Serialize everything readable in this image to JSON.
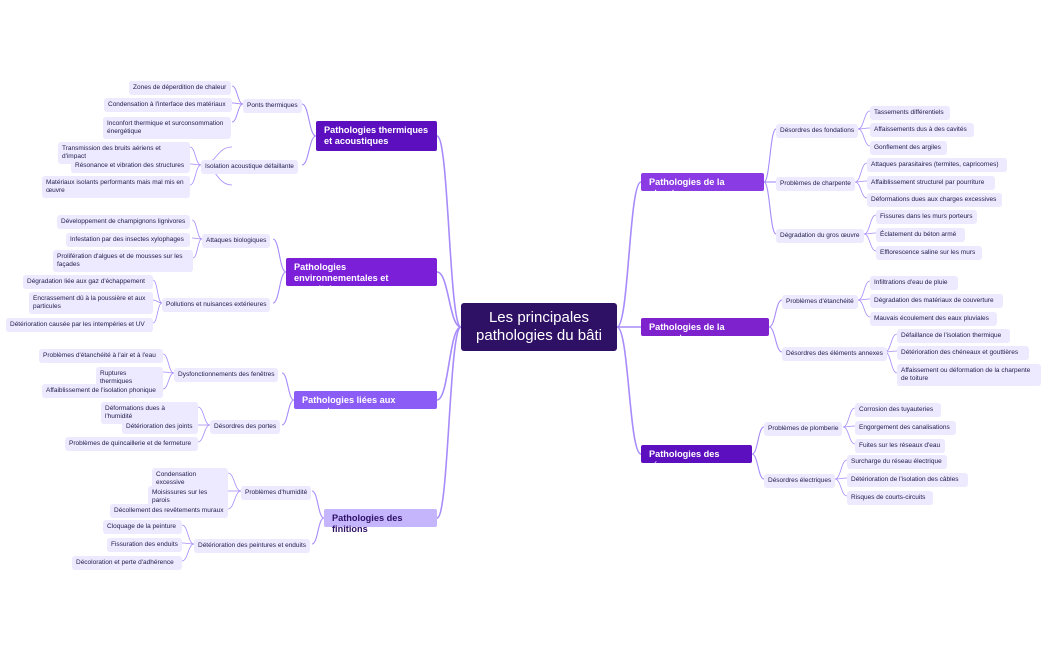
{
  "root": {
    "title": "Les principales pathologies du bâti"
  },
  "colors": {
    "line": "#a78bfa",
    "root": "#2e1065",
    "sub": "#ede9fe",
    "dark_purple": "#5b0fbf",
    "purple": "#7c1fd9",
    "light_purple": "#c4b5fd"
  },
  "branches": {
    "thermiques": {
      "label": "Pathologies thermiques et acoustiques",
      "subs": [
        {
          "label": "Ponts thermiques",
          "leaves": [
            "Zones de déperdition de chaleur",
            "Condensation à l'interface des matériaux",
            "Inconfort thermique et surconsommation énergétique"
          ]
        },
        {
          "label": "Isolation acoustique défaillante",
          "leaves": [
            "Transmission des bruits aériens et d'impact",
            "Résonance et vibration des structures",
            "Matériaux isolants performants mais mal mis en œuvre"
          ]
        }
      ]
    },
    "environ": {
      "label": "Pathologies environnementales et parasitaires",
      "subs": [
        {
          "label": "Attaques biologiques",
          "leaves": [
            "Développement de champignons lignivores",
            "Infestation par des insectes xylophages",
            "Prolifération d'algues et de mousses sur les façades"
          ]
        },
        {
          "label": "Pollutions et nuisances extérieures",
          "leaves": [
            "Dégradation liée aux gaz d'échappement",
            "Encrassement dû à la poussière et aux particules",
            "Détérioration causée par les intempéries et UV"
          ]
        }
      ]
    },
    "ouvertures": {
      "label": "Pathologies liées aux ouvertures",
      "subs": [
        {
          "label": "Dysfonctionnements des fenêtres",
          "leaves": [
            "Problèmes d'étanchéité à l'air et à l'eau",
            "Ruptures thermiques",
            "Affaiblissement de l'isolation phonique"
          ]
        },
        {
          "label": "Désordres des portes",
          "leaves": [
            "Déformations dues à l'humidité",
            "Détérioration des joints",
            "Problèmes de quincaillerie et de fermeture"
          ]
        }
      ]
    },
    "finitions": {
      "label": "Pathologies des finitions",
      "subs": [
        {
          "label": "Problèmes d'humidité",
          "leaves": [
            "Condensation excessive",
            "Moisissures sur les parois",
            "Décollement des revêtements muraux"
          ]
        },
        {
          "label": "Détérioration des peintures et enduits",
          "leaves": [
            "Cloquage de la peinture",
            "Fissuration des enduits",
            "Décoloration et perte d'adhérence"
          ]
        }
      ]
    },
    "structure": {
      "label": "Pathologies de la structure",
      "subs": [
        {
          "label": "Désordres des fondations",
          "leaves": [
            "Tassements différentiels",
            "Affaissements dus à des cavités",
            "Gonflement des argiles"
          ]
        },
        {
          "label": "Problèmes de charpente",
          "leaves": [
            "Attaques parasitaires (termites, capricornes)",
            "Affaiblissement structurel par pourriture",
            "Déformations dues aux charges excessives"
          ]
        },
        {
          "label": "Dégradation du gros œuvre",
          "leaves": [
            "Fissures dans les murs porteurs",
            "Éclatement du béton armé",
            "Efflorescence saline sur les murs"
          ]
        }
      ]
    },
    "couverture": {
      "label": "Pathologies de la couverture",
      "subs": [
        {
          "label": "Problèmes d'étanchéité",
          "leaves": [
            "Infiltrations d'eau de pluie",
            "Dégradation des matériaux de couverture",
            "Mauvais écoulement des eaux pluviales"
          ]
        },
        {
          "label": "Désordres des éléments annexes",
          "leaves": [
            "Défaillance de l'isolation thermique",
            "Détérioration des chéneaux et gouttières",
            "Affaissement ou déformation de la charpente de toiture"
          ]
        }
      ]
    },
    "reseaux": {
      "label": "Pathologies des réseaux",
      "subs": [
        {
          "label": "Problèmes de plomberie",
          "leaves": [
            "Corrosion des tuyauteries",
            "Engorgement des canalisations",
            "Fuites sur les réseaux d'eau"
          ]
        },
        {
          "label": "Désordres électriques",
          "leaves": [
            "Surcharge du réseau électrique",
            "Détérioration de l'isolation des câbles",
            "Risques de courts-circuits"
          ]
        }
      ]
    }
  }
}
